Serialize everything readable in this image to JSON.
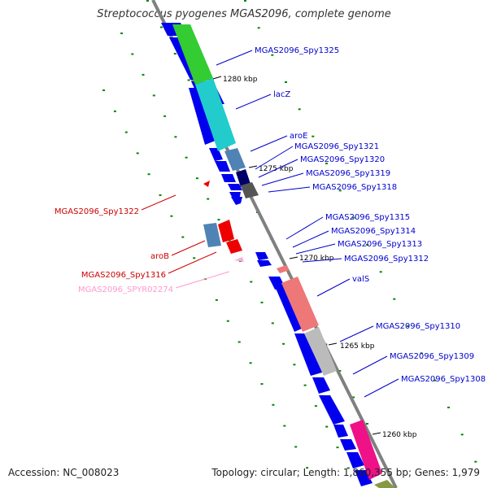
{
  "title": "Streptococcus pyogenes MGAS2096, complete genome",
  "footer": {
    "accession": "Accession: NC_008023",
    "summary": "Topology: circular; Length: 1,860,355 bp; Genes: 1,979"
  },
  "colors": {
    "backbone": "#808080",
    "forward_label": "#0000cc",
    "reverse_label": "#cc0000",
    "pseudo_label": "#ff99cc",
    "tick": "#008800",
    "gene_blue": "#0000ee",
    "gene_red": "#ee0000"
  },
  "ticks": [
    {
      "label": "1280 kbp"
    },
    {
      "label": "1275 kbp"
    },
    {
      "label": "1270 kbp"
    },
    {
      "label": "1265 kbp"
    },
    {
      "label": "1260 kbp"
    }
  ],
  "right_labels": [
    {
      "text": "MGAS2096_Spy1325"
    },
    {
      "text": "lacZ"
    },
    {
      "text": "aroE"
    },
    {
      "text": "MGAS2096_Spy1321"
    },
    {
      "text": "MGAS2096_Spy1320"
    },
    {
      "text": "MGAS2096_Spy1319"
    },
    {
      "text": "MGAS2096_Spy1318"
    },
    {
      "text": "MGAS2096_Spy1315"
    },
    {
      "text": "MGAS2096_Spy1314"
    },
    {
      "text": "MGAS2096_Spy1313"
    },
    {
      "text": "MGAS2096_Spy1312"
    },
    {
      "text": "valS"
    },
    {
      "text": "MGAS2096_Spy1310"
    },
    {
      "text": "MGAS2096_Spy1309"
    },
    {
      "text": "MGAS2096_Spy1308"
    }
  ],
  "left_labels": [
    {
      "text": "MGAS2096_Spy1322"
    },
    {
      "text": "aroB"
    },
    {
      "text": "MGAS2096_Spy1316"
    },
    {
      "text": "MGAS2096_SPYR02274"
    }
  ]
}
